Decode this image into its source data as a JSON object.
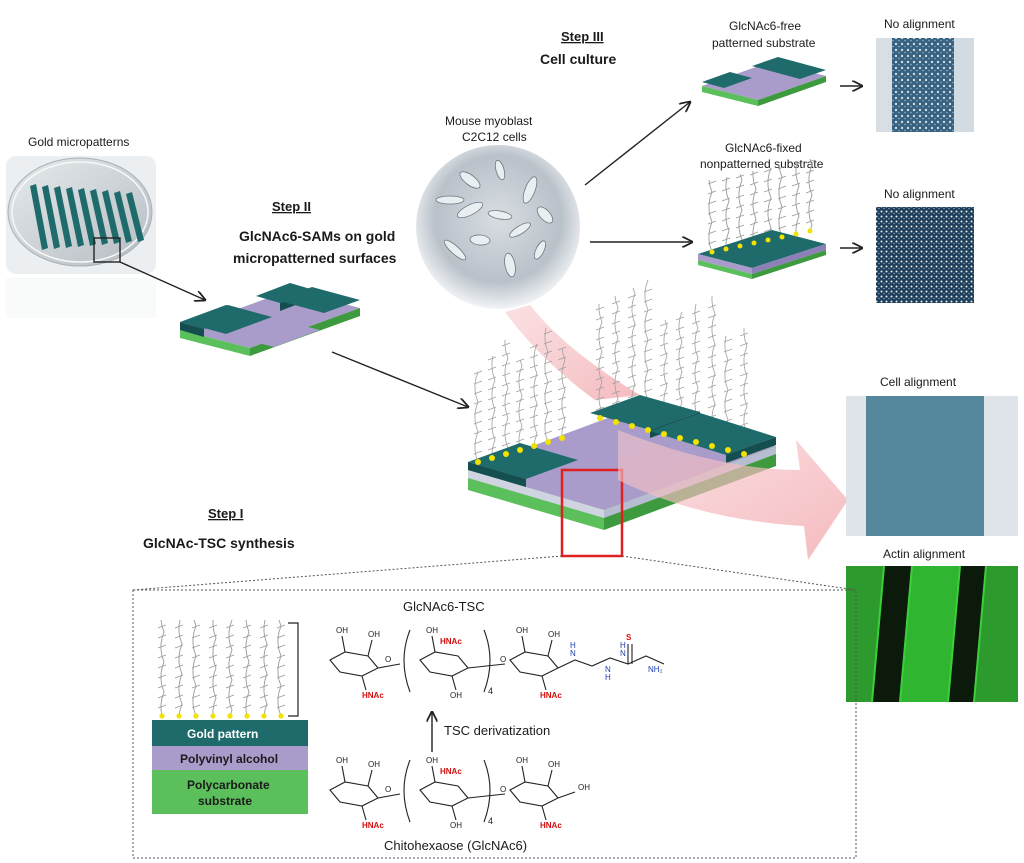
{
  "labels": {
    "gold_micropatterns": "Gold micropatterns",
    "step2_title": "Step II",
    "step2_sub_line1": "GlcNAc6-SAMs  on gold",
    "step2_sub_line2": "micropatterned surfaces",
    "step3_title": "Step III",
    "step3_sub": "Cell culture",
    "cells_line1": "Mouse myoblast",
    "cells_line2": "C2C12 cells",
    "free_line1": "GlcNAc6-free",
    "free_line2": "patterned substrate",
    "fixed_line1": "GlcNAc6-fixed",
    "fixed_line2": "nonpatterned substrate",
    "no_alignment_1": "No alignment",
    "no_alignment_2": "No alignment",
    "cell_alignment": "Cell alignment",
    "actin_alignment": "Actin alignment",
    "step1_title": "Step I",
    "step1_sub": "GlcNAc-TSC  synthesis",
    "tsc_title": "GlcNAc6-TSC",
    "tsc_derivatization": "TSC derivatization",
    "chitohexaose": "Chitohexaose (GlcNAc6)",
    "subscript_4a": "4",
    "subscript_4b": "4"
  },
  "layers": {
    "gold": "Gold pattern",
    "pva": "Polyvinyl alcohol",
    "pc_line1": "Polycarbonate",
    "pc_line2": "substrate"
  },
  "chem": {
    "hnac": "HNAc",
    "oh": "OH",
    "o": "O",
    "h": "H",
    "n": "N",
    "nh2": "NH₂"
  },
  "colors": {
    "gold_teal": "#1f6b6b",
    "pva_lavender": "#a99ccb",
    "pc_green": "#5bbf5b",
    "glycan_gray": "#9a9a9a",
    "gold_dot": "#f2e200",
    "pink_arrow": "#f4b8bc",
    "red_box": "#e02020",
    "hnac_red": "#d01010",
    "tsc_blue": "#2040b0",
    "actin_green": "#3bd03b"
  }
}
